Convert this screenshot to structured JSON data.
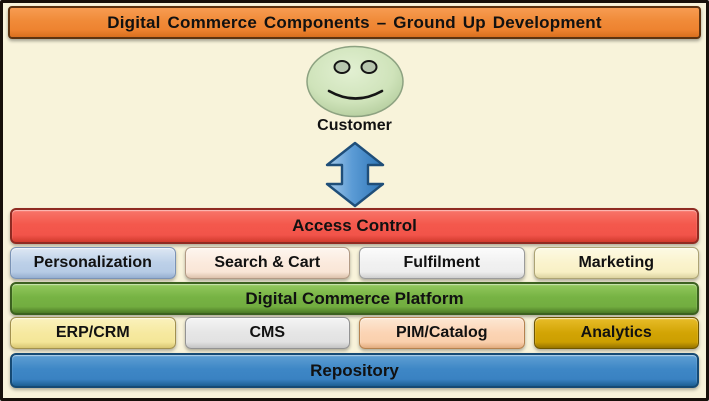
{
  "diagram": {
    "title": "Digital Commerce Components – Ground Up Development",
    "title_bar_color": "#ee8330",
    "background_color": "#f8f3da",
    "customer": {
      "label": "Customer",
      "icon": "smiley-face-icon",
      "face_color": "#cfe3ba"
    },
    "connector": {
      "icon": "double-arrow-icon",
      "color": "#5b9bd5"
    },
    "bars": {
      "access_control": {
        "label": "Access Control",
        "color": "#f4584c"
      },
      "platform": {
        "label": "Digital Commerce Platform",
        "color": "#77b344"
      },
      "repository": {
        "label": "Repository",
        "color": "#3e87c6"
      }
    },
    "component_rows": [
      {
        "boxes": [
          {
            "label": "Personalization",
            "color": "#bcd0e8"
          },
          {
            "label": "Search & Cart",
            "color": "#fbeadd"
          },
          {
            "label": "Fulfilment",
            "color": "#f1f1f1"
          },
          {
            "label": "Marketing",
            "color": "#faf3cd"
          }
        ]
      },
      {
        "boxes": [
          {
            "label": "ERP/CRM",
            "color": "#f6e9a0"
          },
          {
            "label": "CMS",
            "color": "#e6e6e6"
          },
          {
            "label": "PIM/Catalog",
            "color": "#fbd4b4"
          },
          {
            "label": "Analytics",
            "color": "#d2a404"
          }
        ]
      }
    ]
  }
}
